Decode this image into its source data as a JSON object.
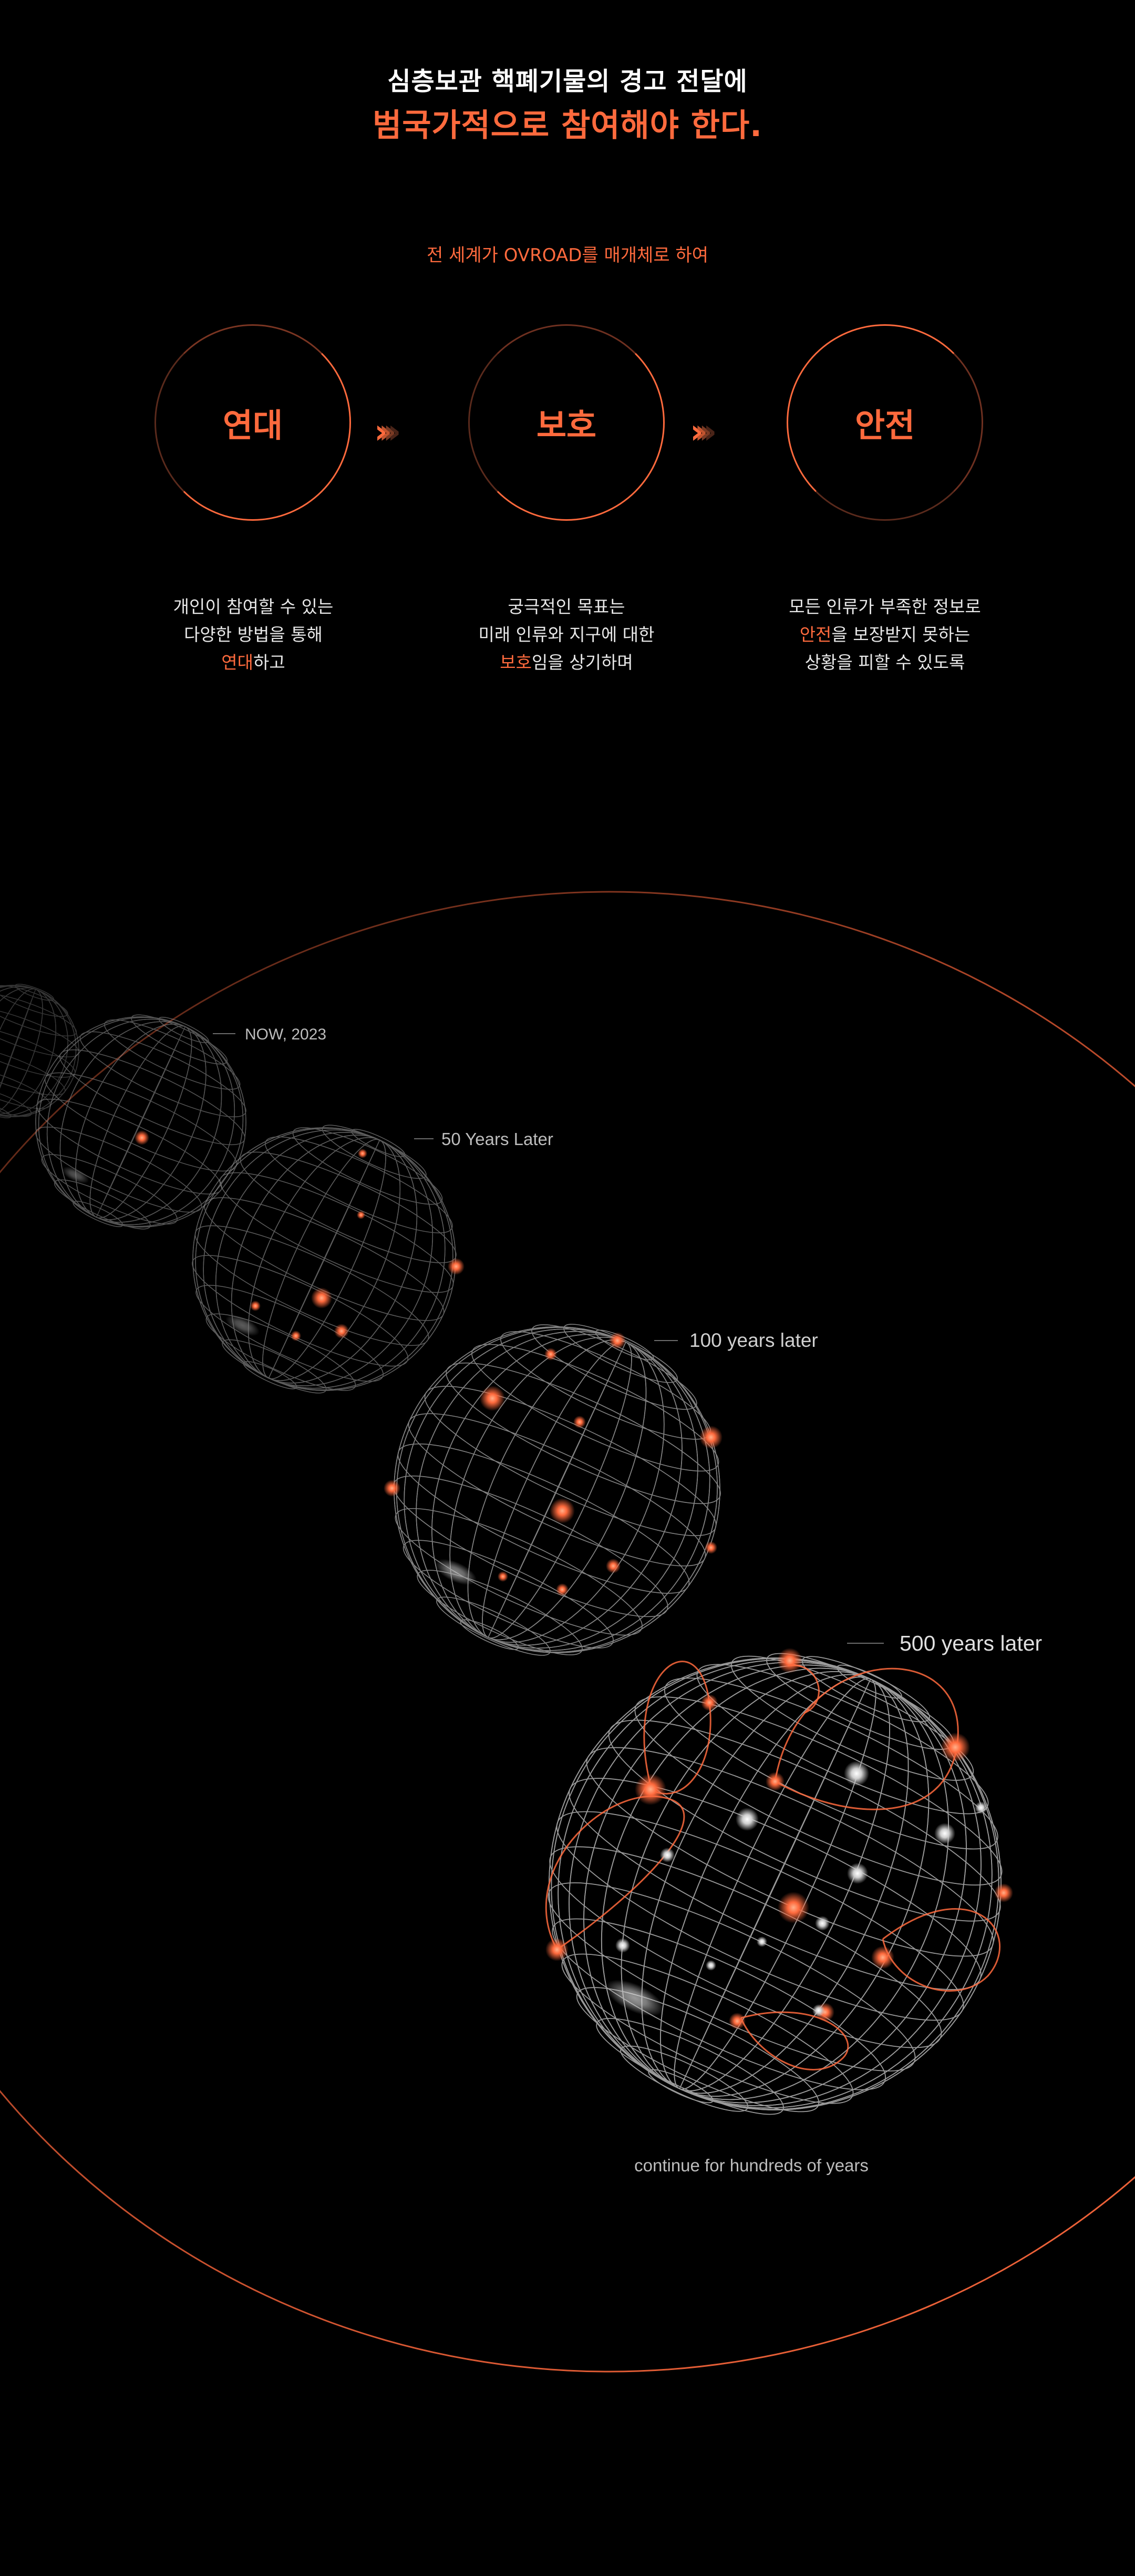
{
  "headline": {
    "line1": "심층보관 핵폐기물의 경고 전달에",
    "line2": "범국가적으로 참여해야 한다."
  },
  "medium": "전 세계가 OVROAD를 매개체로 하여",
  "steps": [
    {
      "title": "연대",
      "desc_line1": "개인이 참여할 수 있는",
      "desc_line2": "다양한 방법을 통해",
      "desc_highlight": "연대",
      "desc_tail": "하고"
    },
    {
      "title": "보호",
      "desc_line1": "궁극적인 목표는",
      "desc_line2": "미래 인류와 지구에 대한",
      "desc_highlight": "보호",
      "desc_tail": "임을 상기하며"
    },
    {
      "title": "안전",
      "desc_line1": "모든 인류가 부족한 정보로",
      "desc_highlight": "안전",
      "desc_tail": "을 보장받지 못하는",
      "desc_line3": "상황을 피할 수 있도록"
    }
  ],
  "timeline": {
    "now": "NOW, 2023",
    "y50": "50 Years Later",
    "y100": "100 years later",
    "y500": "500 years later",
    "caption": "continue for hundreds of years"
  },
  "colors": {
    "accent": "#ff6a3d",
    "background": "#000000",
    "wire": "#9a9a9a"
  }
}
